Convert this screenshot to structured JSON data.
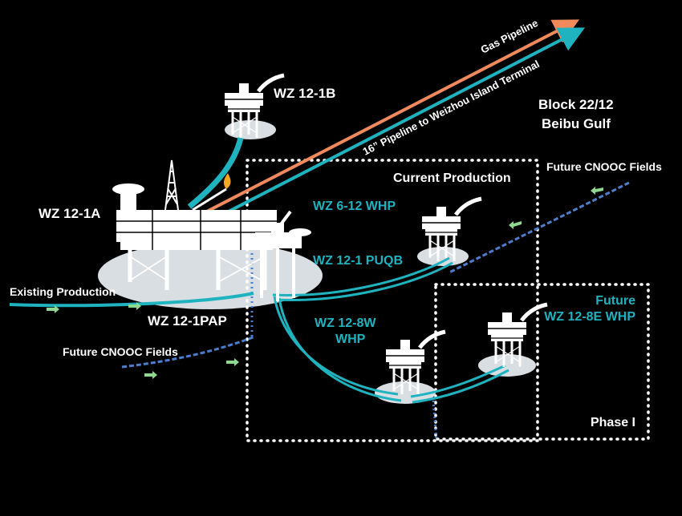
{
  "colors": {
    "background": "#000000",
    "teal": "#1fb3bf",
    "orange": "#f08a5d",
    "white": "#ffffff",
    "seabed": "#d9dee3",
    "blue_dotted": "#4a7fd0",
    "flow_arrow": "#8fd88f"
  },
  "labels": {
    "wz12_1b": "WZ 12-1B",
    "wz12_1a": "WZ 12-1A",
    "wz12_1pap": "WZ 12-1PAP",
    "block": "Block 22/12",
    "gulf": "Beibu Gulf",
    "gas_pipeline": "Gas Pipeline",
    "oil_pipeline": "16” Pipeline to Weizhou Island Terminal",
    "current_production": "Current Production",
    "future_fields_right": "Future CNOOC Fields",
    "future_fields_left": "Future CNOOC Fields",
    "existing_production": "Existing Production",
    "wz6_12_whp": "WZ 6-12 WHP",
    "wz12_1_puqb": "WZ 12-1 PUQB",
    "wz12_8w_line1": "WZ 12-8W",
    "wz12_8w_line2": "WHP",
    "future_line1": "Future",
    "future_line2": "WZ 12-8E WHP",
    "phase1": "Phase I"
  },
  "icons": [
    "platform-icon",
    "drilling-derrick-icon",
    "flare-icon",
    "flow-arrow-icon",
    "pipeline-arrow-icon"
  ]
}
